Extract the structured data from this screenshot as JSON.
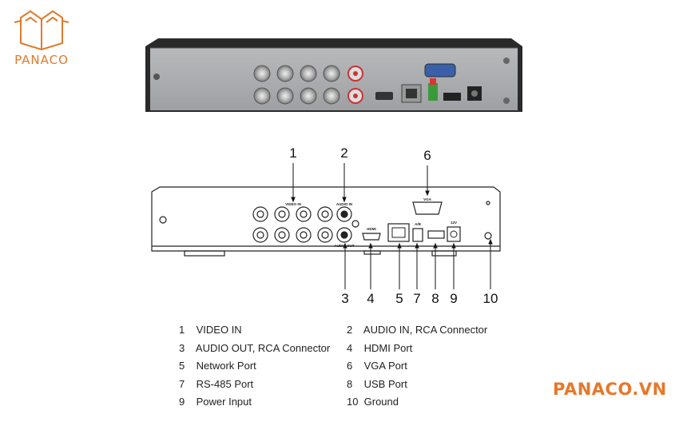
{
  "brand": {
    "logo_text": "PANACO",
    "site": "PANACO.VN",
    "color": "#e6782a"
  },
  "callouts": [
    "1",
    "2",
    "3",
    "4",
    "5",
    "6",
    "7",
    "8",
    "9",
    "10"
  ],
  "panel_labels": {
    "video_in": "VIDEO IN",
    "audio_in": "AUDIO IN",
    "audio_out": "AUDIO OUT",
    "vga": "VGA",
    "hdmi": "HDMI",
    "ab": "A/B",
    "power": "12V"
  },
  "legend": [
    {
      "num": "1",
      "label": "VIDEO IN"
    },
    {
      "num": "2",
      "label": "AUDIO IN, RCA Connector"
    },
    {
      "num": "3",
      "label": "AUDIO OUT, RCA Connector"
    },
    {
      "num": "4",
      "label": "HDMI Port"
    },
    {
      "num": "5",
      "label": "Network Port"
    },
    {
      "num": "6",
      "label": "VGA Port"
    },
    {
      "num": "7",
      "label": "RS-485 Port"
    },
    {
      "num": "8",
      "label": "USB Port"
    },
    {
      "num": "9",
      "label": "Power Input"
    },
    {
      "num": "10",
      "label": "Ground"
    }
  ]
}
